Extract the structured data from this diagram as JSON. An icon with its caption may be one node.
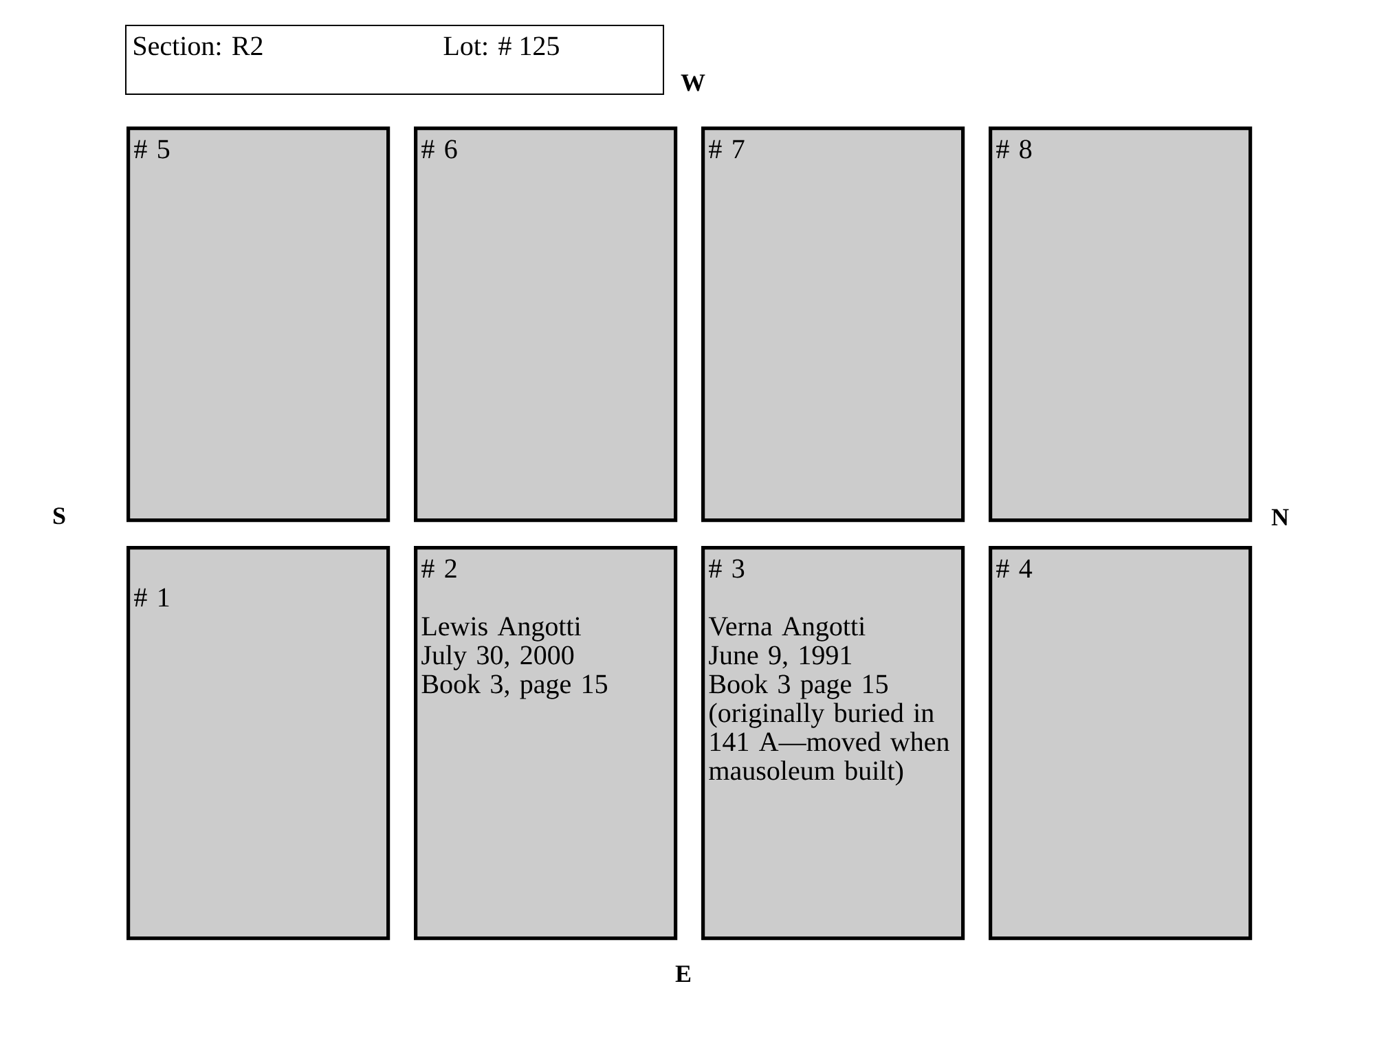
{
  "diagram": {
    "nodes": [
      {
        "text": [
          "Section: R2",
          "Lot: # 125"
        ]
      },
      {
        "text": [
          "# 5"
        ]
      },
      {
        "text": [
          "# 6"
        ]
      },
      {
        "text": [
          "# 7"
        ]
      },
      {
        "text": [
          "# 8"
        ]
      },
      {
        "text": [
          "# 1"
        ]
      },
      {
        "text": [
          "# 2",
          "Lewis Angotti",
          "July 30, 2000",
          "Book 3, page 15"
        ]
      },
      {
        "text": [
          "# 3",
          "Verna Angotti",
          "June 9, 1991",
          "Book 3 page 15",
          "(originally buried in 141 A—moved when mausoleum built)"
        ]
      },
      {
        "text": [
          "# 4"
        ]
      }
    ],
    "labels": [
      "W",
      "S",
      "N",
      "E"
    ]
  }
}
